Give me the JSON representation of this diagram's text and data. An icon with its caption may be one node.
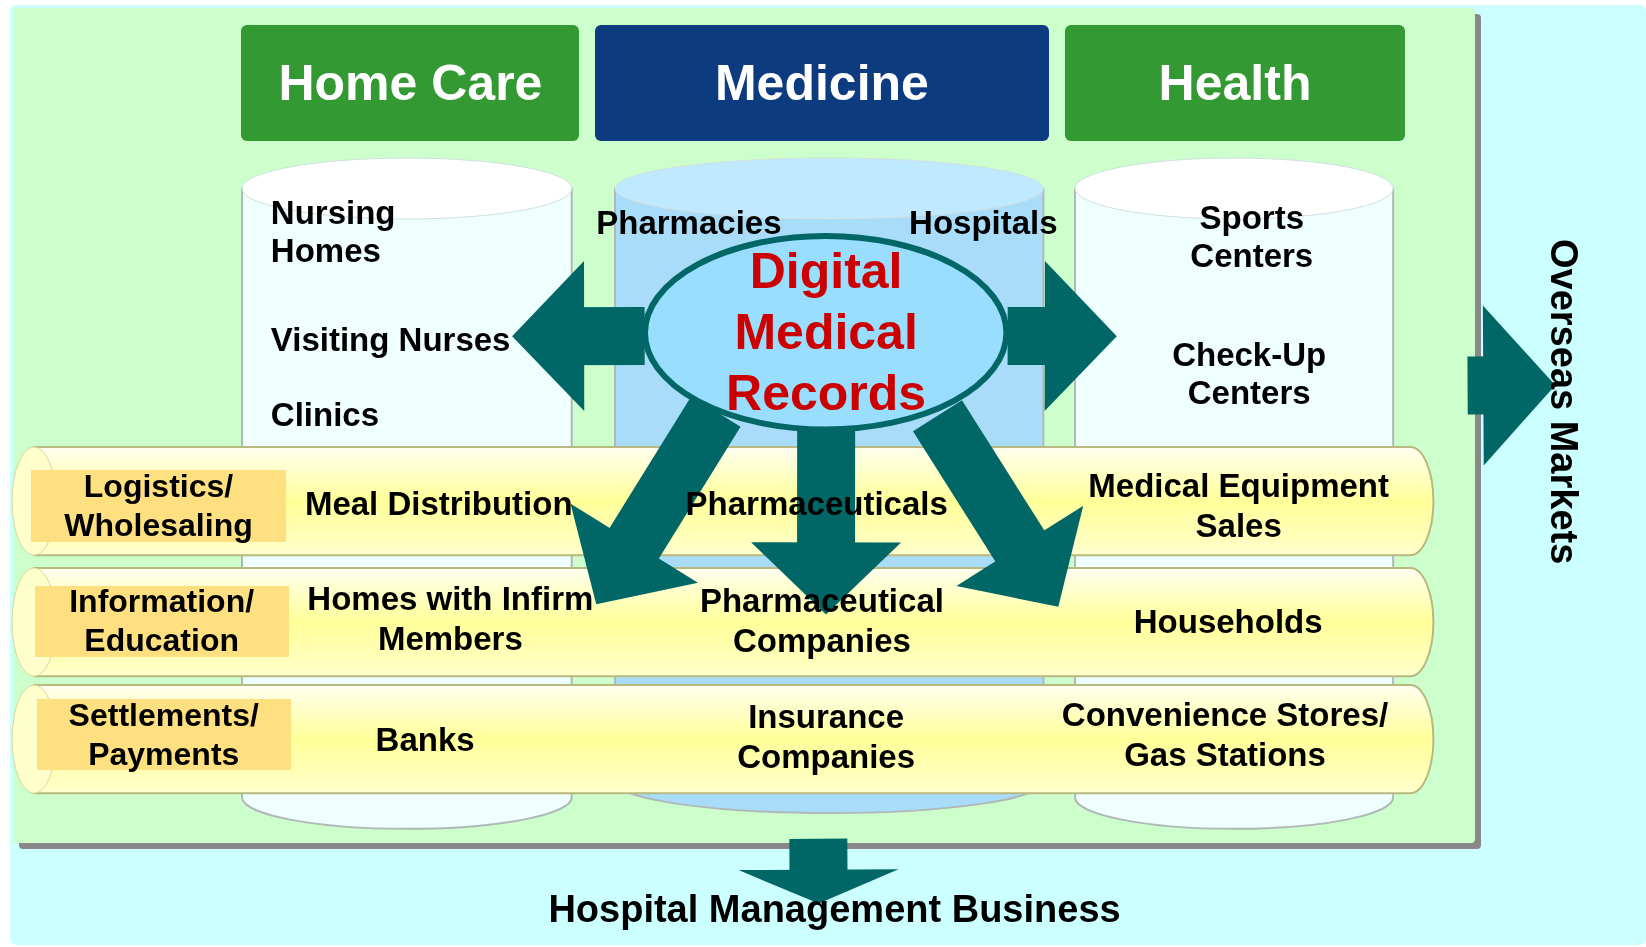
{
  "diagram": {
    "nodes": [
      {
        "text": [],
        "shape": "box"
      },
      {
        "text": [
          "Home Care"
        ],
        "in": 0
      },
      {
        "text": [
          "Medicine"
        ],
        "in": 0
      },
      {
        "text": [
          "Health"
        ],
        "in": 0
      },
      {
        "text": [
          "Nursing Homes",
          "Visiting Nurses",
          "Clinics"
        ],
        "in": 0
      },
      {
        "text": [
          "Pharmacies",
          "Hospitals"
        ],
        "in": 0
      },
      {
        "text": [
          "Sports Centers",
          "Check-Up Centers"
        ],
        "in": 0
      },
      {
        "text": [
          "Digital Medical Records"
        ],
        "in": 5
      },
      {
        "text": [],
        "shape": "cylinder",
        "in": 0
      },
      {
        "text": [
          "Logistics/ Wholesaling"
        ],
        "in": 8
      },
      {
        "text": [
          "Meal Distribution"
        ]
      },
      {
        "text": [
          "Pharmaceuticals"
        ]
      },
      {
        "text": [
          "Medical Equipment Sales"
        ]
      },
      {
        "text": [],
        "shape": "cylinder",
        "in": 0
      },
      {
        "text": [
          "Information/ Education"
        ],
        "in": 13
      },
      {
        "text": [
          "Homes with Infirm Members"
        ],
        "in": 13
      },
      {
        "text": [
          "Pharmaceutical Companies"
        ]
      },
      {
        "text": [
          "Households"
        ]
      },
      {
        "text": [],
        "shape": "cylinder",
        "in": 0
      },
      {
        "text": [
          "Settlements/ Payments"
        ],
        "in": 18
      },
      {
        "text": [
          "Banks"
        ]
      },
      {
        "text": [
          "Insurance Companies"
        ]
      },
      {
        "text": [
          "Convenience Stores/ Gas Stations"
        ]
      },
      {
        "text": [
          "Overseas Markets"
        ]
      },
      {
        "text": [
          "Hospital Management Business"
        ]
      }
    ],
    "edges": [
      {
        "from": 7,
        "to": 4,
        "arrow": "to"
      },
      {
        "from": 7,
        "to": 6,
        "arrow": "to"
      },
      {
        "from": 7,
        "to": 15,
        "arrow": "to"
      },
      {
        "from": 7,
        "to": 16,
        "arrow": "to"
      },
      {
        "from": 7,
        "to": 17,
        "arrow": "to"
      },
      {
        "from": 0,
        "to": 23,
        "arrow": "to"
      },
      {
        "from": 0,
        "to": 24,
        "arrow": "to"
      }
    ]
  }
}
